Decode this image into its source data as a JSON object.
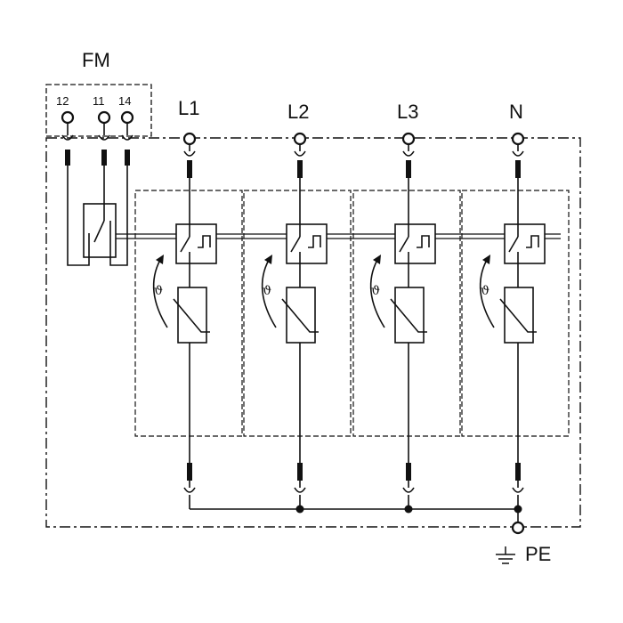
{
  "diagram": {
    "fm_label": "FM",
    "contacts": [
      "12",
      "11",
      "14"
    ],
    "terminals": [
      "L1",
      "L2",
      "L3",
      "N"
    ],
    "earth_label": "PE",
    "thermal_symbol": "ϑ"
  },
  "colors": {
    "line": "#111111",
    "background": "#ffffff"
  },
  "icons": [
    "terminal-circle-icon",
    "plug-connector-icon",
    "varistor-icon",
    "thermal-disconnector-icon",
    "earth-ground-icon"
  ]
}
